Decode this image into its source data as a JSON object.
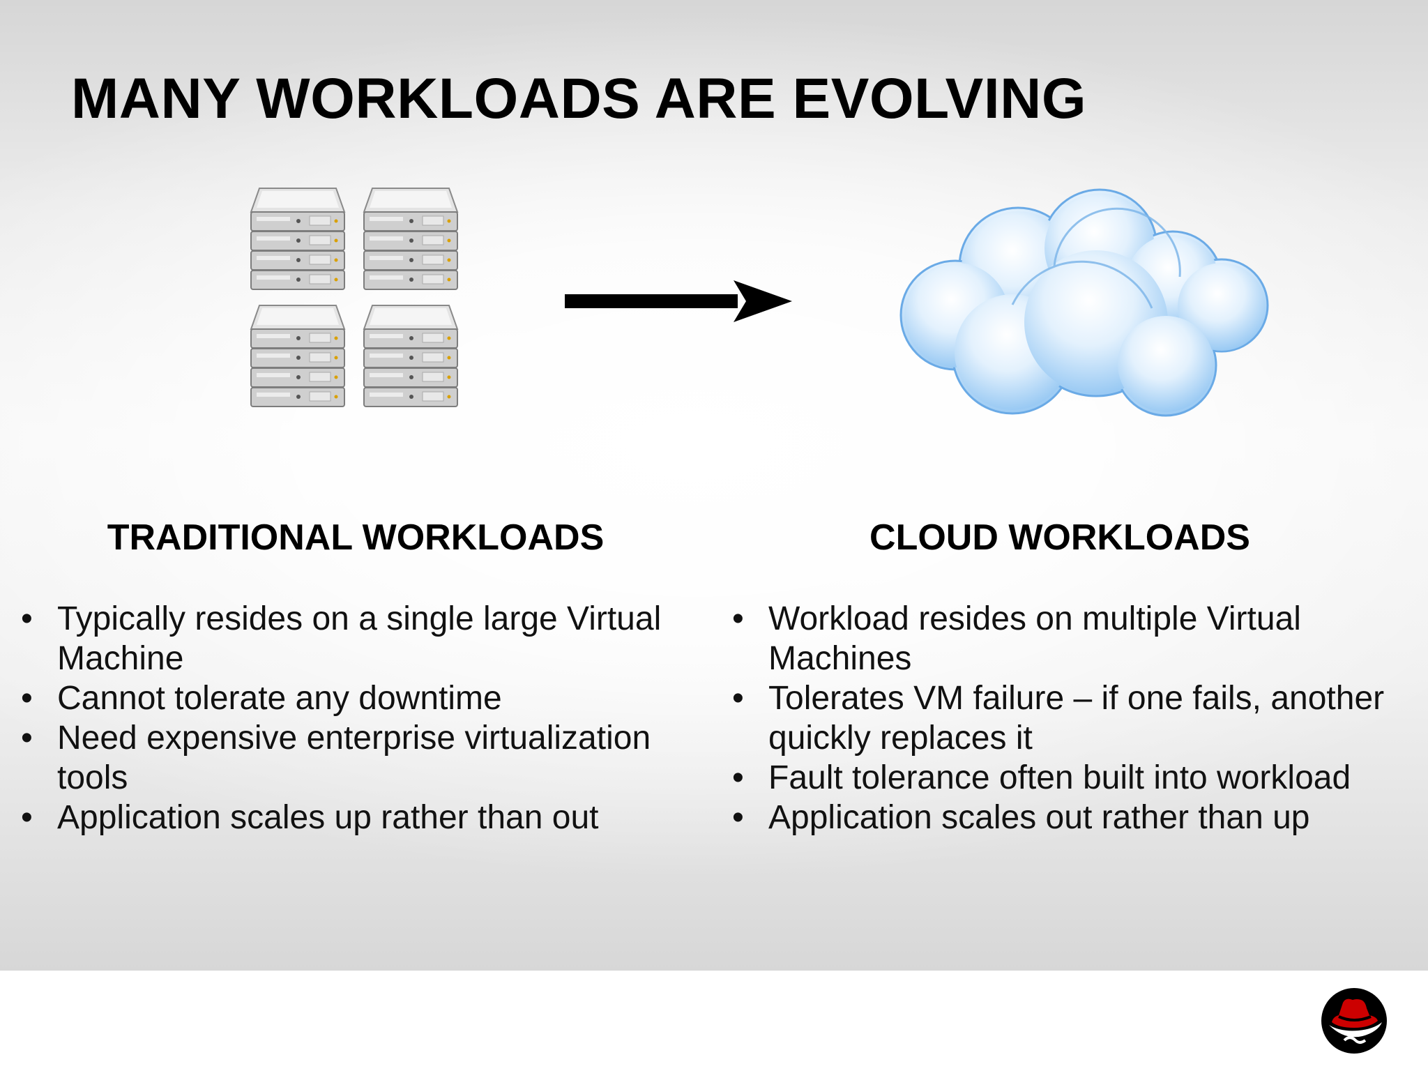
{
  "slide": {
    "title": "MANY WORKLOADS ARE EVOLVING",
    "diagram": {
      "left_icon": "server-rack-icon",
      "connector_icon": "right-arrow-icon",
      "right_icon": "cloud-icon"
    },
    "columns": [
      {
        "heading": "TRADITIONAL WORKLOADS",
        "bullets": [
          "Typically resides on a single large Virtual Machine",
          "Cannot tolerate any downtime",
          "Need expensive enterprise virtualization tools",
          "Application scales up rather than out"
        ]
      },
      {
        "heading": "CLOUD WORKLOADS",
        "bullets": [
          "Workload resides on multiple Virtual Machines",
          "Tolerates VM failure – if one fails, another quickly replaces it",
          "Fault tolerance often built into workload",
          "Application scales out rather than up"
        ]
      }
    ],
    "bullet_glyph": "•",
    "footer": {
      "logo_icon": "red-hat-logo-icon"
    },
    "colors": {
      "title": "#000000",
      "body_text": "#111111",
      "arrow": "#000000",
      "cloud_blue": "#8fc4f2",
      "logo_red": "#cc0000",
      "logo_black": "#000000"
    }
  }
}
